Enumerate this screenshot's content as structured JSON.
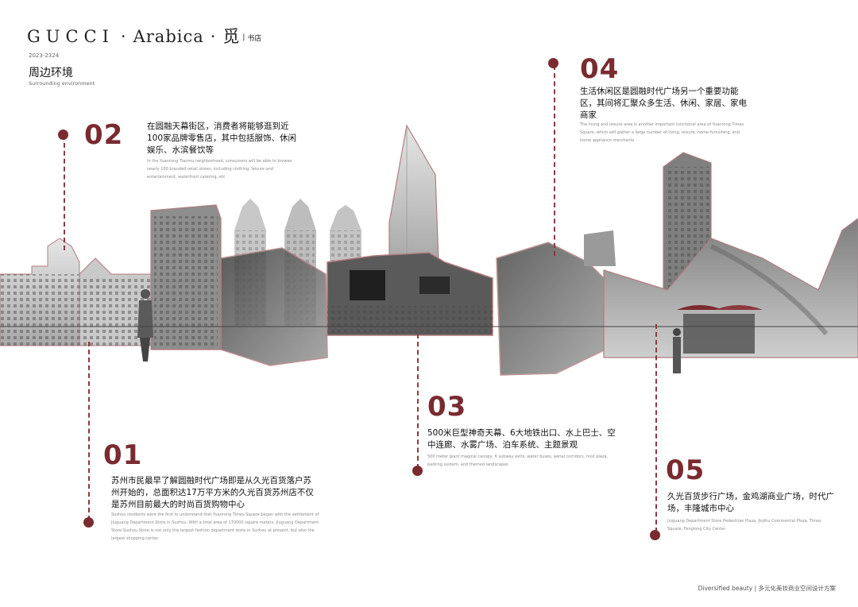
{
  "header": {
    "brand_gucci": "GUCCI",
    "brand_sep": "·",
    "brand_arabica": "Arabica",
    "brand_mark": "觅",
    "brand_bookstore": "书店",
    "year": "2023-2324",
    "title": "周边环境",
    "subtitle": "Surrounding environment"
  },
  "points": [
    {
      "number": "01",
      "text_zh": "苏州市民最早了解圆融时代广场即是从久光百货落户苏州开始的，总面积达17万平方米的久光百货苏州店不仅是苏州目前最大的时尚百货购物中心",
      "text_en": "Suzhou residents were the first to understand that Yuanrong Times Square began with the settlement of Jiuguang Department Store in Suzhou. With a total area of 170000 square meters, Jiuguang Department Store Suzhou Store is not only the largest fashion department store in Suzhou at present, but also the largest shopping center"
    },
    {
      "number": "02",
      "text_zh": "在圆融天幕街区，消费者将能够逛到近100家品牌零售店，其中包括服饰、休闲娱乐、水滨餐饮等",
      "text_en": "In the Yuanrong Tianmu neighborhood, consumers will be able to browse nearly 100 branded retail stores, including clothing, leisure and entertainment, waterfront catering, etc"
    },
    {
      "number": "03",
      "text_zh": "500米巨型神奇天幕、6大地铁出口、水上巴士、空中连廊、水雾广场、泊车系统、主题景观",
      "text_en": "500 meter giant magical canopy, 6 subway exits, water buses, aerial corridors, mist plaza, parking system, and themed landscapes"
    },
    {
      "number": "04",
      "text_zh": "生活休闲区是圆融时代广场另一个重要功能区，其间将汇聚众多生活、休闲、家居、家电商家",
      "text_en": "The living and leisure area is another important functional area of Yuanrong Times Square, which will gather a large number of living, leisure, home furnishing, and home appliance merchants"
    },
    {
      "number": "05",
      "text_zh": "久光百货步行广场，金鸡湖商业广场，时代广场，丰隆城市中心",
      "text_en": "Jiuguang Department Store Pedestrian Plaza, Jinjihu Commercial Plaza, Times Square, Fenglong City Center"
    }
  ],
  "footer": {
    "en": "Diversified beauty",
    "zh": "多元化美妆商业空间设计方案"
  },
  "colors": {
    "accent": "#7a2b30",
    "dashed_line": "#8b3a3f",
    "building_outline": "#b07c80",
    "building_fill": "#8a8a8a"
  }
}
